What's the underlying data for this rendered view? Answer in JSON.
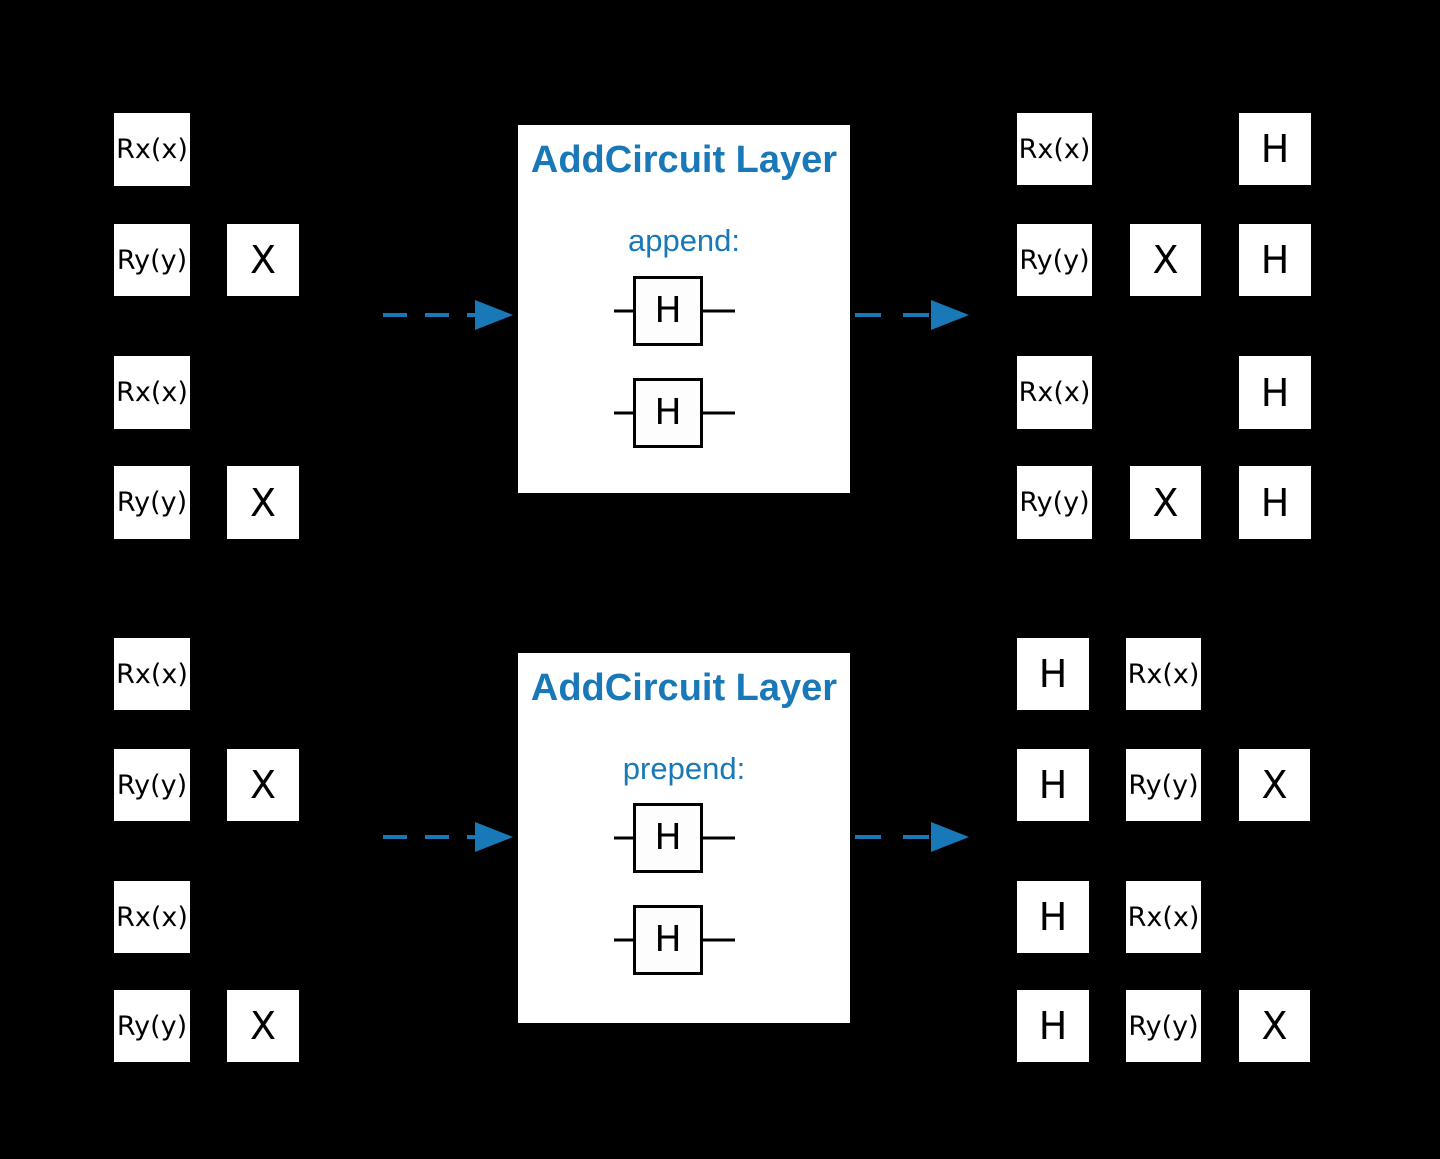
{
  "colors": {
    "accent": "#1878b8",
    "background": "#000000",
    "gate_fill": "#ffffff",
    "gate_text": "#000000"
  },
  "panels": {
    "append": {
      "title": "AddCircuit Layer",
      "mode_label": "append:",
      "gates": [
        "H",
        "H"
      ]
    },
    "prepend": {
      "title": "AddCircuit Layer",
      "mode_label": "prepend:",
      "gates": [
        "H",
        "H"
      ]
    }
  },
  "circuits": {
    "input_top": {
      "gates": [
        "Rx(x)",
        "Ry(y)",
        "X",
        "Rx(x)",
        "Ry(y)",
        "X"
      ]
    },
    "output_top": {
      "gates": [
        "Rx(x)",
        "H",
        "Ry(y)",
        "X",
        "H",
        "Rx(x)",
        "H",
        "Ry(y)",
        "X",
        "H"
      ]
    },
    "input_bottom": {
      "gates": [
        "Rx(x)",
        "Ry(y)",
        "X",
        "Rx(x)",
        "Ry(y)",
        "X"
      ]
    },
    "output_bottom": {
      "gates": [
        "H",
        "Rx(x)",
        "H",
        "Ry(y)",
        "X",
        "H",
        "Rx(x)",
        "H",
        "Ry(y)",
        "X"
      ]
    }
  }
}
